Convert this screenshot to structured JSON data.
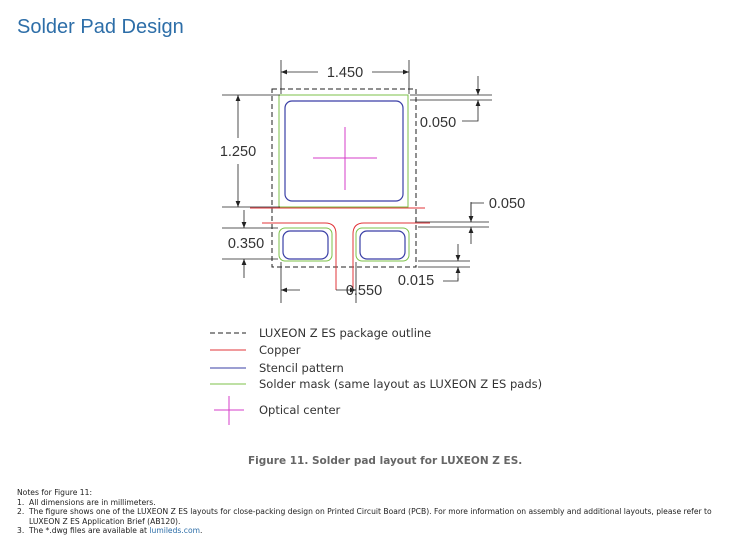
{
  "title": "Solder Pad Design",
  "dimensions": {
    "width": "1.450",
    "height": "1.250",
    "mask_gap_top": "0.050",
    "mask_gap_right": "0.050",
    "pad_height": "0.350",
    "pad_spacing": "0.550",
    "copper_offset": "0.015"
  },
  "legend": [
    {
      "label": "LUXEON Z ES package outline",
      "color": "#222222",
      "style": "dashed"
    },
    {
      "label": "Copper",
      "color": "#e2353a",
      "style": "solid"
    },
    {
      "label": "Stencil pattern",
      "color": "#3a3fa6",
      "style": "solid"
    },
    {
      "label": "Solder mask (same layout as LUXEON Z ES pads)",
      "color": "#7cc24a",
      "style": "solid"
    },
    {
      "label": "Optical center",
      "color": "#d63ec8",
      "style": "cross"
    }
  ],
  "caption": "Figure 11. Solder pad layout for LUXEON Z ES.",
  "notes": {
    "heading": "Notes for Figure 11:",
    "items": [
      {
        "num": "1.",
        "text": "All dimensions are in millimeters."
      },
      {
        "num": "2.",
        "text": "The figure shows one of the LUXEON Z ES layouts for close-packing design on Printed Circuit Board (PCB). For more information on assembly and additional layouts, please refer to"
      },
      {
        "num": "",
        "text": "LUXEON Z ES Application Brief (AB120)."
      },
      {
        "num": "3.",
        "text": "The *.dwg files are available at ",
        "link": "lumileds.com",
        "after": "."
      }
    ]
  }
}
